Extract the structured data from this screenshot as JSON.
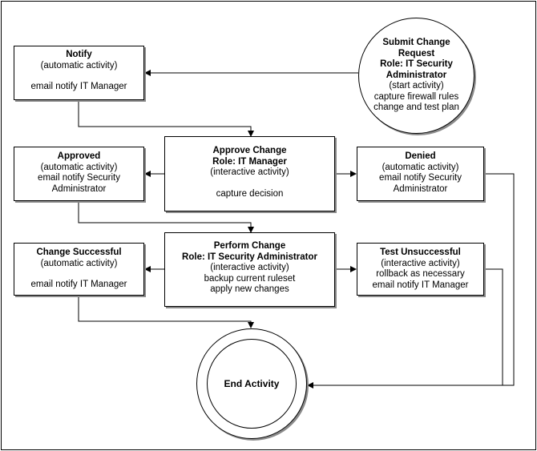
{
  "nodes": {
    "notify": {
      "title": "Notify",
      "lines": [
        "(automatic activity)",
        "",
        "email notify IT Manager"
      ]
    },
    "submit": {
      "title_lines": [
        "Submit Change",
        "Request",
        "Role: IT Security",
        "Administrator"
      ],
      "lines": [
        "(start activity)",
        "",
        "capture firewall rules",
        "change and test plan"
      ]
    },
    "approved": {
      "title": "Approved",
      "lines": [
        "(automatic activity)",
        "email notify Security",
        "Administrator"
      ]
    },
    "approve_change": {
      "title_lines": [
        "Approve Change",
        "Role: IT Manager"
      ],
      "lines": [
        "(interactive activity)",
        "",
        "capture decision"
      ]
    },
    "denied": {
      "title": "Denied",
      "lines": [
        "(automatic activity)",
        "email notify Security",
        "Administrator"
      ]
    },
    "change_successful": {
      "title": "Change Successful",
      "lines": [
        "(automatic activity)",
        "",
        "email notify IT Manager"
      ]
    },
    "perform_change": {
      "title_lines": [
        "Perform Change",
        "Role: IT Security Administrator"
      ],
      "lines": [
        "(interactive activity)",
        "backup current ruleset",
        "apply new changes"
      ]
    },
    "test_unsuccessful": {
      "title": "Test Unsuccessful",
      "lines": [
        "(interactive activity)",
        "rollback as necessary",
        "email notify IT Manager"
      ]
    },
    "end": {
      "title": "End Activity"
    }
  },
  "colors": {
    "line": "#000000",
    "shadow": "#8a8a8a",
    "background": "#ffffff"
  }
}
